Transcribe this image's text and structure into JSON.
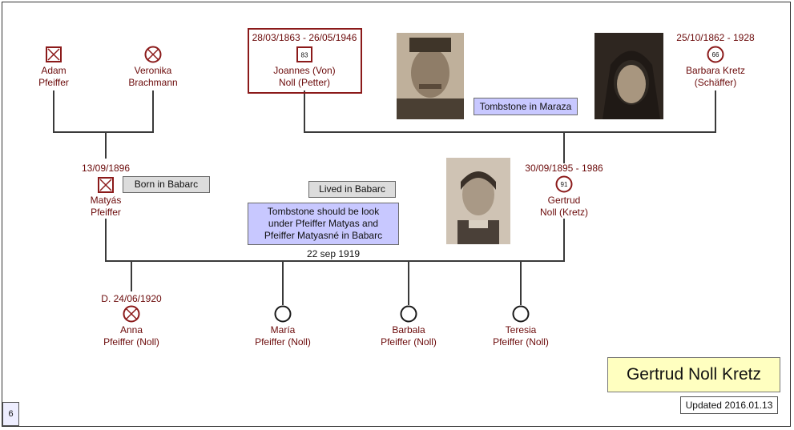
{
  "people": {
    "adam": {
      "date": "",
      "name1": "Adam",
      "name2": "Pfeiffer"
    },
    "veronika": {
      "date": "",
      "name1": "Veronika",
      "name2": "Brachmann"
    },
    "joannes": {
      "date": "28/03/1863 - 26/05/1946",
      "age": "83",
      "name1": "Joannes (Von)",
      "name2": "Noll (Petter)"
    },
    "barbara": {
      "date": "25/10/1862 - 1928",
      "age": "66",
      "name1": "Barbara Kretz",
      "name2": "(Schäffer)"
    },
    "matyas": {
      "date": "13/09/1896",
      "name1": "Matyás",
      "name2": "Pfeiffer"
    },
    "gertrud": {
      "date": "30/09/1895 - 1986",
      "age": "91",
      "name1": "Gertrud",
      "name2": "Noll (Kretz)"
    },
    "anna": {
      "date": "D. 24/06/1920",
      "name1": "Anna",
      "name2": "Pfeiffer (Noll)"
    },
    "maria": {
      "date": "",
      "name1": "María",
      "name2": "Pfeiffer (Noll)"
    },
    "barbala": {
      "date": "",
      "name1": "Barbala",
      "name2": "Pfeiffer (Noll)"
    },
    "teresia": {
      "date": "",
      "name1": "Teresia",
      "name2": "Pfeiffer (Noll)"
    }
  },
  "notes": {
    "tombstone_maraza": "Tombstone in Maraza",
    "born_babarc": "Born in Babarc",
    "lived_babarc": "Lived in Babarc",
    "tombstone_line1": "Tombstone should be look",
    "tombstone_line2": "under Pfeiffer Matyas and",
    "tombstone_line3": "Pfeiffer Matyasné in Babarc"
  },
  "marriage_date": "22 sep 1919",
  "title": "Gertrud Noll Kretz",
  "updated": "Updated 2016.01.13",
  "page_number": "6",
  "colors": {
    "line": "#3a3a3a",
    "symbol": "#8b1a1a",
    "text": "#6b0a0a",
    "title_bg": "#ffffc0",
    "note_blue": "#c8c8ff",
    "note_grey": "#dcdcdc"
  }
}
